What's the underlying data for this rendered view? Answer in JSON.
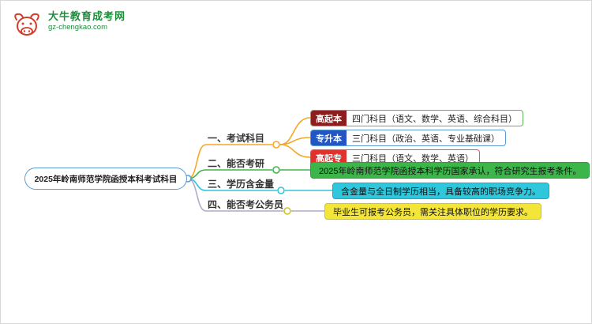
{
  "logo": {
    "icon": "bull-icon",
    "title": "大牛教育成考网",
    "subtitle": "gz-chengkao.com",
    "brand_color": "#1d8f3c",
    "icon_color": "#d43d2a"
  },
  "root": {
    "label": "2025年岭南师范学院函授本科考试科目",
    "border_color": "#5b9bd5"
  },
  "branches": [
    {
      "label": "一、考试科目",
      "line_color": "#f5a623",
      "children": [
        {
          "tag": "高起本",
          "tag_bg": "#8e1d1d",
          "text": "四门科目（语文、数学、英语、综合科目）",
          "border_color": "#5cb85c"
        },
        {
          "tag": "专升本",
          "tag_bg": "#2356c5",
          "text": "三门科目（政治、英语、专业基础课）",
          "border_color": "#5b9bd5"
        },
        {
          "tag": "高起专",
          "tag_bg": "#e0312e",
          "text": "三门科目（语文、数学、英语）",
          "border_color": "#e8536a"
        }
      ]
    },
    {
      "label": "二、能否考研",
      "line_color": "#3cb54a",
      "answer": {
        "text": "2025年岭南师范学院函授本科学历国家承认，符合研究生报考条件。",
        "bg": "#3cb54a",
        "border_color": "#2e9e3f"
      }
    },
    {
      "label": "三、学历含金量",
      "line_color": "#2fc7dc",
      "answer": {
        "text": "含金量与全日制学历相当，具备较高的职场竞争力。",
        "bg": "#2fc7dc",
        "border_color": "#23a7bd"
      }
    },
    {
      "label": "四、能否考公务员",
      "line_color": "#b4aac6",
      "answer": {
        "text": "毕业生可报考公务员，需关注具体职位的学历要求。",
        "bg": "#f3e53a",
        "border_color": "#cfc22a"
      }
    }
  ]
}
